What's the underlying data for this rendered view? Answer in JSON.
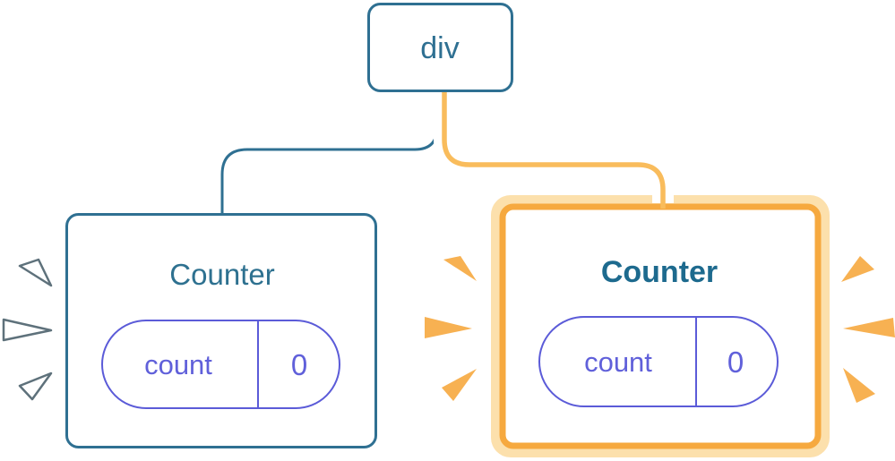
{
  "diagram": {
    "root": {
      "label": "div"
    },
    "counters": [
      {
        "title": "Counter",
        "state": {
          "key": "count",
          "value": "0"
        },
        "highlighted": false
      },
      {
        "title": "Counter",
        "state": {
          "key": "count",
          "value": "0"
        },
        "highlighted": true
      }
    ]
  },
  "colors": {
    "blue": "#2F7092",
    "title_left": "#2E7190",
    "title_right": "#1D6A8E",
    "indigo": "#5B5BD8",
    "indigo_text": "#6060DA",
    "orange_border": "#F6A93F",
    "peach": "#FCE0AC",
    "connector_orange": "#F9BC5C",
    "connector_casing": "#FFFFFF",
    "burst_orange": "#F7B152",
    "burst_white": "#FFFFFF",
    "burst_white_edge": "#5E717B",
    "card_fill": "#FFFFFF"
  }
}
